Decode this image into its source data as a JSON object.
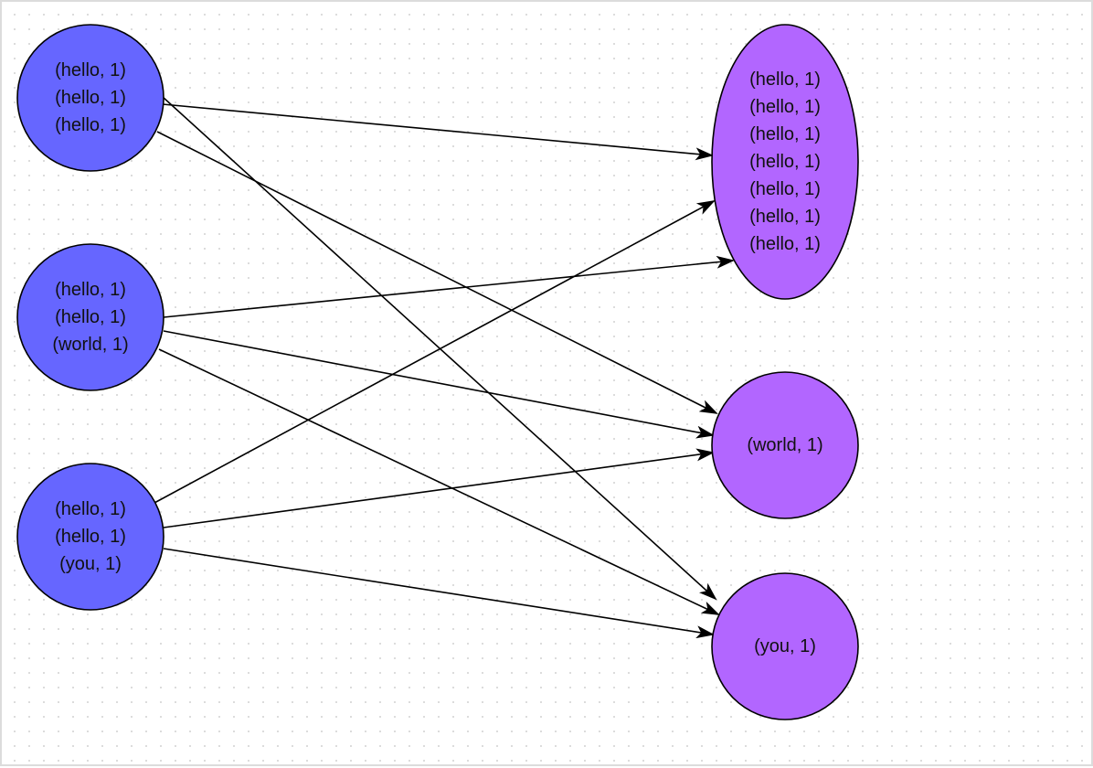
{
  "colors": {
    "source_fill": "#6666ff",
    "target_fill": "#b266ff",
    "stroke": "#000000",
    "canvas_grid": "#d6d6d6"
  },
  "source_nodes": [
    {
      "id": "s1",
      "lines": [
        "(hello, 1)",
        "(hello, 1)",
        "(hello, 1)"
      ]
    },
    {
      "id": "s2",
      "lines": [
        "(hello, 1)",
        "(hello, 1)",
        "(world, 1)"
      ]
    },
    {
      "id": "s3",
      "lines": [
        "(hello, 1)",
        "(hello, 1)",
        "(you, 1)"
      ]
    }
  ],
  "target_nodes": [
    {
      "id": "t1",
      "lines": [
        "(hello, 1)",
        "(hello, 1)",
        "(hello, 1)",
        "(hello, 1)",
        "(hello, 1)",
        "(hello, 1)",
        "(hello, 1)"
      ]
    },
    {
      "id": "t2",
      "lines": [
        "(world, 1)"
      ]
    },
    {
      "id": "t3",
      "lines": [
        "(you, 1)"
      ]
    }
  ],
  "edges": [
    {
      "from": "s1",
      "to": "t1"
    },
    {
      "from": "s1",
      "to": "t2"
    },
    {
      "from": "s1",
      "to": "t3"
    },
    {
      "from": "s2",
      "to": "t1"
    },
    {
      "from": "s2",
      "to": "t2"
    },
    {
      "from": "s2",
      "to": "t3"
    },
    {
      "from": "s3",
      "to": "t1"
    },
    {
      "from": "s3",
      "to": "t2"
    },
    {
      "from": "s3",
      "to": "t3"
    }
  ]
}
